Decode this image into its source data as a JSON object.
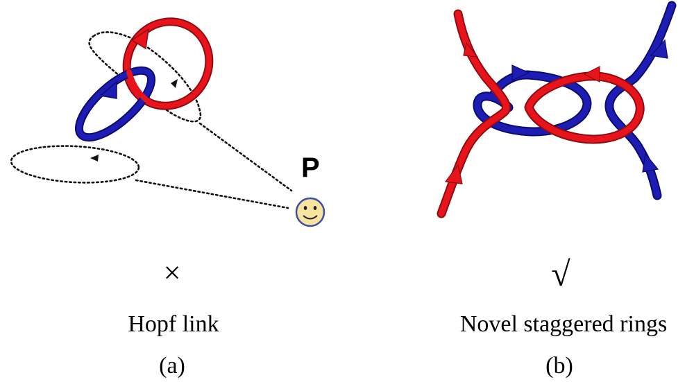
{
  "panel_a": {
    "observer_label": "P",
    "verdict_symbol": "×",
    "caption": "Hopf link",
    "panel_tag": "(a)"
  },
  "panel_b": {
    "verdict_symbol": "√",
    "caption": "Novel staggered rings",
    "panel_tag": "(b)"
  },
  "colors": {
    "red_ring": "#e8141b",
    "blue_ring": "#1d1db4",
    "dotted_path": "#111111",
    "observer_face": "#f7e4a0",
    "observer_outline": "#3b4fa8"
  },
  "icons": {
    "observer": "smiley-face-icon"
  }
}
